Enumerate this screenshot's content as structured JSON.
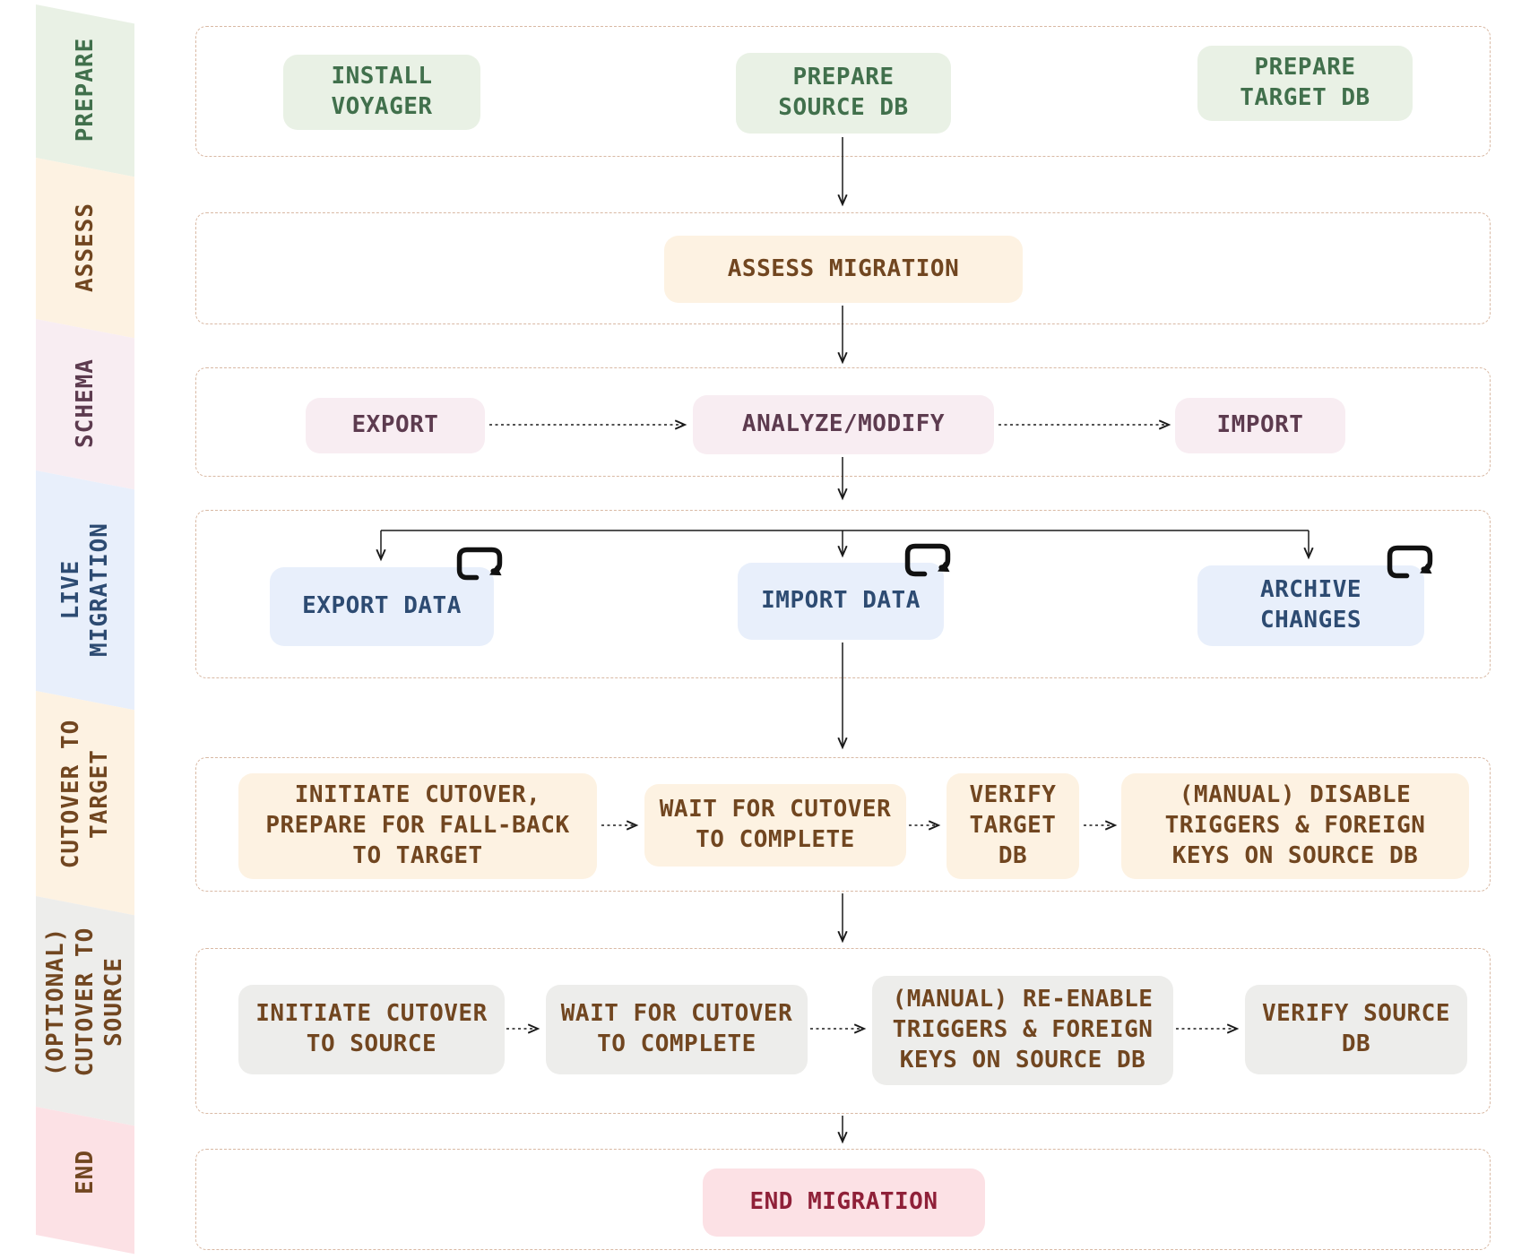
{
  "colors": {
    "prepare_bg": "#e9f1e5",
    "prepare_text": "#41704c",
    "assess_bg": "#fdf2e2",
    "brown_text": "#714620",
    "schema_bg": "#f8edf2",
    "schema_text": "#5d3b4f",
    "live_bg": "#e8effb",
    "live_text": "#2d4b72",
    "optional_bg": "#ededeb",
    "end_bg": "#fce1e5",
    "end_text": "#8f2038",
    "container_border": "#d9b9a4",
    "connector": "#1a1a1a"
  },
  "icons": {
    "loop": "loop-arrow-icon"
  },
  "sidebar": {
    "stages": [
      {
        "label": "PREPARE"
      },
      {
        "label": "ASSESS"
      },
      {
        "label": "SCHEMA"
      },
      {
        "label": "LIVE\nMIGRATION"
      },
      {
        "label": "CUTOVER TO\nTARGET"
      },
      {
        "label": "(OPTIONAL)\nCUTOVER TO\nSOURCE"
      },
      {
        "label": "END"
      }
    ]
  },
  "rows": [
    {
      "stage": "prepare",
      "boxes": [
        {
          "label": "INSTALL\nVOYAGER"
        },
        {
          "label": "PREPARE\nSOURCE DB"
        },
        {
          "label": "PREPARE\nTARGET DB"
        }
      ]
    },
    {
      "stage": "assess",
      "boxes": [
        {
          "label": "ASSESS MIGRATION"
        }
      ]
    },
    {
      "stage": "schema",
      "boxes": [
        {
          "label": "EXPORT"
        },
        {
          "label": "ANALYZE/MODIFY"
        },
        {
          "label": "IMPORT"
        }
      ]
    },
    {
      "stage": "live-migration",
      "boxes": [
        {
          "label": "EXPORT DATA"
        },
        {
          "label": "IMPORT DATA"
        },
        {
          "label": "ARCHIVE\nCHANGES"
        }
      ]
    },
    {
      "stage": "cutover-to-target",
      "boxes": [
        {
          "label": "INITIATE CUTOVER,\nPREPARE FOR FALL-BACK\nTO TARGET"
        },
        {
          "label": "WAIT FOR CUTOVER\nTO COMPLETE"
        },
        {
          "label": "VERIFY\nTARGET\nDB"
        },
        {
          "label": "(MANUAL) DISABLE\nTRIGGERS & FOREIGN\nKEYS ON SOURCE DB"
        }
      ]
    },
    {
      "stage": "optional-cutover-to-source",
      "boxes": [
        {
          "label": "INITIATE CUTOVER\nTO SOURCE"
        },
        {
          "label": "WAIT FOR CUTOVER\nTO COMPLETE"
        },
        {
          "label": "(MANUAL) RE-ENABLE\nTRIGGERS & FOREIGN\nKEYS ON SOURCE DB"
        },
        {
          "label": "VERIFY SOURCE\nDB"
        }
      ]
    },
    {
      "stage": "end",
      "boxes": [
        {
          "label": "END MIGRATION"
        }
      ]
    }
  ]
}
